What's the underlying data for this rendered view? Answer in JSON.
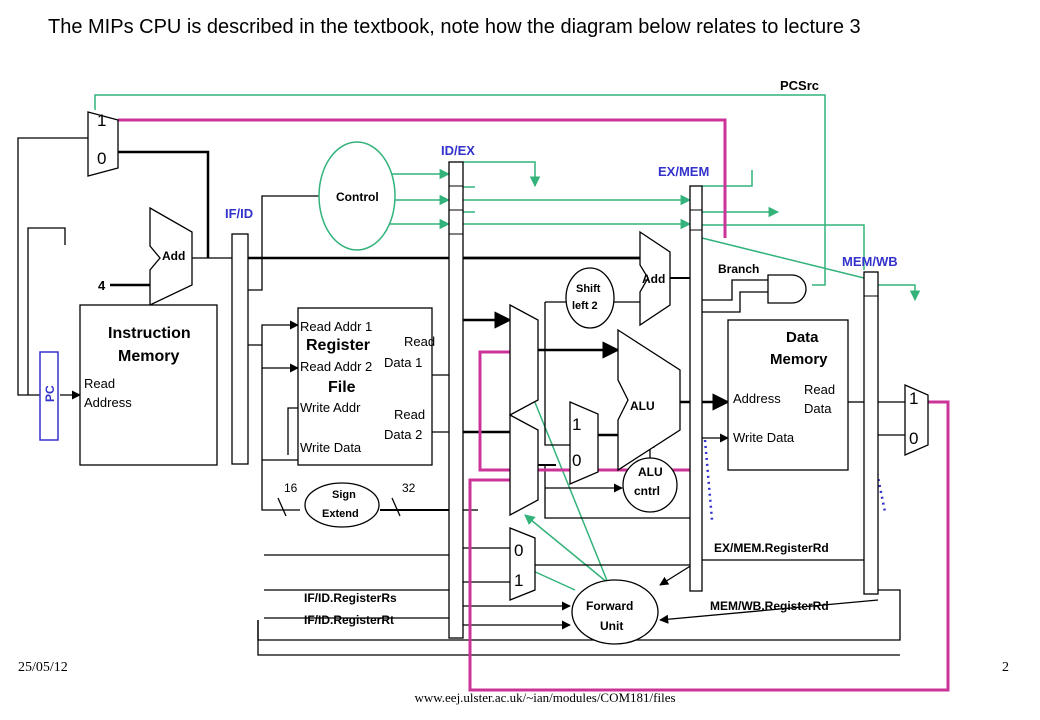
{
  "title": "The MIPs CPU is described in the textbook, note how the diagram below relates to lecture 3",
  "footer": {
    "date": "25/05/12",
    "page": "2",
    "url": "www.eej.ulster.ac.uk/~ian/modules/COM181/files"
  },
  "colors": {
    "wire": "#000000",
    "forwarding": "#cc3399",
    "control": "#33b37a",
    "pipeline_label": "#3333cc",
    "pipeline_register_fill": "#ffffff"
  },
  "labels": {
    "pcsrc": "PCSrc",
    "mux_1": "1",
    "mux_0": "0",
    "id_ex": "ID/EX",
    "ex_mem": "EX/MEM",
    "mem_wb": "MEM/WB",
    "if_id": "IF/ID",
    "control": "Control",
    "add_pc": "Add",
    "add_branch": "Add",
    "four": "4",
    "branch": "Branch",
    "shift_left_1": "Shift",
    "shift_left_2": "left 2",
    "instr_mem_1": "Instruction",
    "instr_mem_2": "Memory",
    "read_address_1": "Read",
    "read_address_2": "Address",
    "pc": "PC",
    "read_addr_1": "Read Addr 1",
    "register": "Register",
    "read_addr_2": "Read Addr 2",
    "file": "File",
    "write_addr": "Write Addr",
    "write_data_reg": "Write Data",
    "read_data_1a": "Read",
    "read_data_1b": "Data 1",
    "read_data_2a": "Read",
    "read_data_2b": "Data 2",
    "sign_extend_1": "Sign",
    "sign_extend_2": "Extend",
    "sixteen": "16",
    "thirty_two": "32",
    "alu": "ALU",
    "alu_cntrl_1": "ALU",
    "alu_cntrl_2": "cntrl",
    "data_memory_1": "Data",
    "data_memory_2": "Memory",
    "dm_address": "Address",
    "dm_read_1": "Read",
    "dm_read_2": "Data",
    "dm_write_data": "Write Data",
    "ex_mem_registerrd": "EX/MEM.RegisterRd",
    "mem_wb_registerrd": "MEM/WB.RegisterRd",
    "if_id_registerrs": "IF/ID.RegisterRs",
    "if_id_registerrt": "IF/ID.RegisterRt",
    "forward_1": "Forward",
    "forward_2": "Unit"
  }
}
